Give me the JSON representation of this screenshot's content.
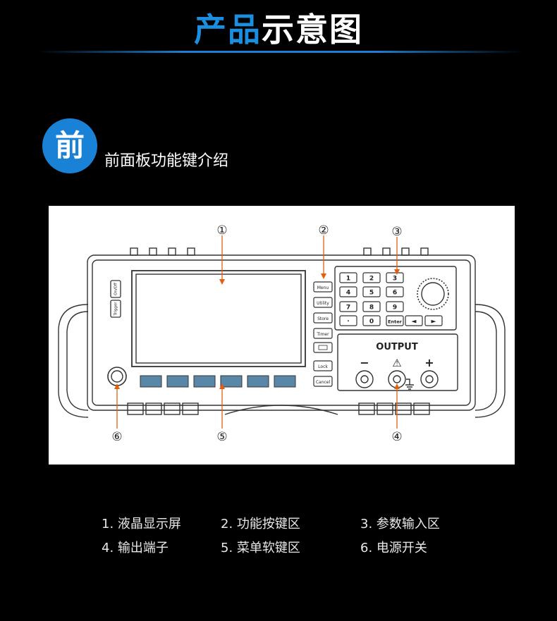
{
  "header": {
    "title_part1": "产品",
    "title_part2": "示意图"
  },
  "section": {
    "badge": "前",
    "label": "前面板功能键介绍"
  },
  "panel": {
    "callouts": [
      "①",
      "②",
      "③",
      "④",
      "⑤",
      "⑥"
    ],
    "side_buttons": [
      "On/Off",
      "Trigger"
    ],
    "function_keys": [
      "Menu",
      "Utility",
      "Store",
      "Timer",
      "Lock",
      "Cancel"
    ],
    "keypad": [
      "1",
      "2",
      "3",
      "4",
      "5",
      "6",
      "7",
      "8",
      "9",
      "·",
      "0",
      "Enter",
      "◄",
      "►"
    ],
    "output_label": "OUTPUT",
    "terminal_signs": [
      "−",
      "⚠",
      "+"
    ]
  },
  "legend": [
    "1. 液晶显示屏",
    "2. 功能按键区",
    "3. 参数输入区",
    "4. 输出端子",
    "5. 菜单软键区",
    "6. 电源开关"
  ]
}
